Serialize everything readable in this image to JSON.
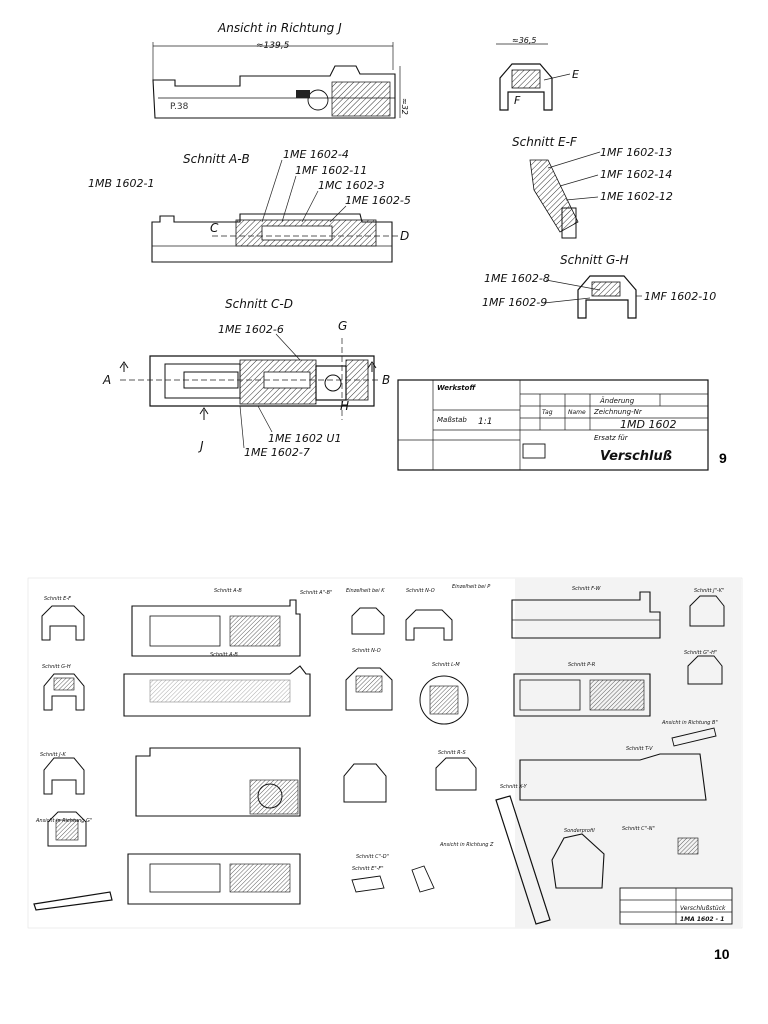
{
  "page_numbers": {
    "upper": "9",
    "lower": "10"
  },
  "sheet9": {
    "view_titles": {
      "ansicht_j": "Ansicht in Richtung J",
      "schnitt_ab": "Schnitt A-B",
      "schnitt_ef": "Schnitt E-F",
      "schnitt_gh": "Schnitt G-H",
      "schnitt_cd": "Schnitt C-D"
    },
    "dimensions": {
      "length": "≈139,5",
      "height": "≈32",
      "width": "≈36,5"
    },
    "engraving": "P.38",
    "part_numbers": {
      "p1": "1ME 1602-4",
      "p2": "1MF 1602-11",
      "p3": "1MC 1602-3",
      "p4": "1ME 1602-5",
      "p5": "1MB 1602-1",
      "p6": "1MF 1602-13",
      "p7": "1MF 1602-14",
      "p8": "1ME 1602-12",
      "p9": "1ME 1602-8",
      "p10": "1MF 1602-9",
      "p11": "1MF 1602-10",
      "p12": "1ME 1602-6",
      "p13": "1ME 1602 U1",
      "p14": "1ME 1602-7"
    },
    "section_letters": {
      "a": "A",
      "b": "B",
      "c": "C",
      "d": "D",
      "e": "E",
      "f": "F",
      "g": "G",
      "h": "H",
      "j": "J"
    },
    "title_block": {
      "werkstoff": "Werkstoff",
      "massstab_label": "Maßstab",
      "massstab_value": "1:1",
      "aenderung": "Änderung",
      "zeichnung_label": "Zeichnung-Nr",
      "zeichnung_value": "1MD 1602",
      "ersatz": "Ersatz für",
      "name": "Verschluß",
      "tag": "Tag",
      "name_label": "Name"
    }
  },
  "sheet10": {
    "view_titles": [
      "Schnitt E-F",
      "Schnitt A-B",
      "Schnitt A\"-B\"",
      "Einzelheit bei K",
      "Schnitt N-O",
      "Einzelheit bei P",
      "Schnitt F-W",
      "Schnitt J\"-K\"",
      "Schnitt G-H",
      "Schnitt A-B",
      "Schnitt N-O",
      "Schnitt L-M",
      "Schnitt P-R",
      "Schnitt G\"-H\"",
      "Ansicht in Richtung B\"",
      "Schnitt T-V",
      "Schnitt J-K",
      "Schnitt R-S",
      "Schnitt X-Y",
      "Ansicht in Richtung G\"",
      "Schnitt C\"-D\"",
      "Schnitt C\"-N\"",
      "Ansicht in Richtung Z",
      "Schnitt E\"-F\"",
      "Sonderprofil"
    ],
    "title_block_name": "Verschlußstück",
    "title_block_number": "1MA 1602 - 1"
  }
}
